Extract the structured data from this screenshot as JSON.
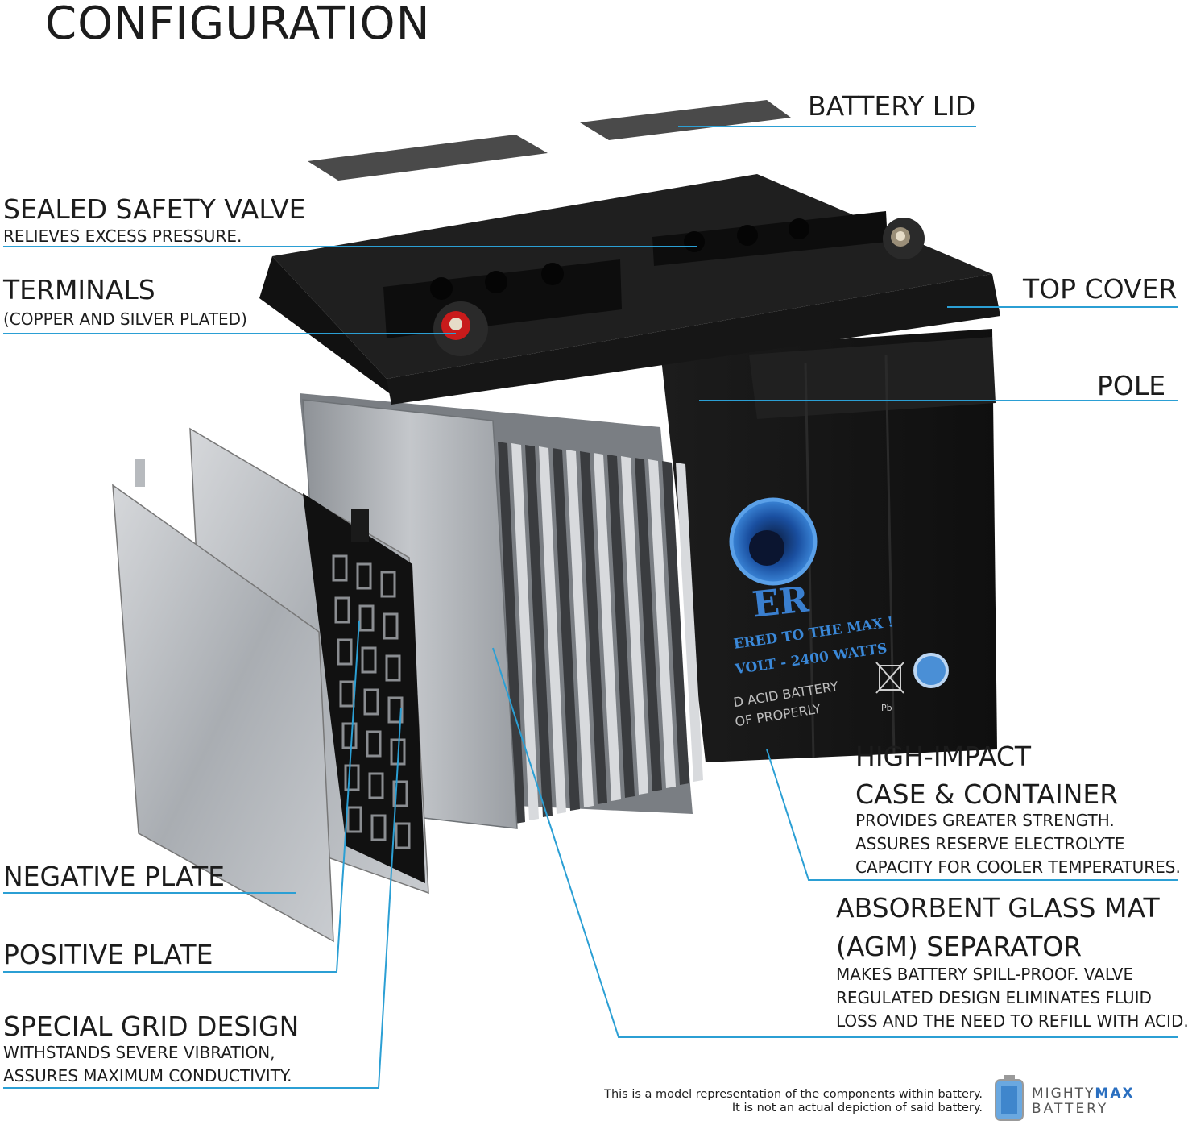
{
  "title": "CONFIGURATION",
  "labels": {
    "battery_lid": "BATTERY LID",
    "sealed_safety_valve": {
      "title": "SEALED SAFETY VALVE",
      "desc": "RELIEVES EXCESS PRESSURE."
    },
    "terminals": {
      "title": "TERMINALS",
      "desc": "(COPPER AND SILVER PLATED)"
    },
    "top_cover": "TOP COVER",
    "pole": "POLE",
    "case_container": {
      "title1": "HIGH-IMPACT",
      "title2": "CASE & CONTAINER",
      "desc": [
        "PROVIDES GREATER STRENGTH.",
        "ASSURES RESERVE ELECTROLYTE",
        "CAPACITY FOR COOLER TEMPERATURES."
      ]
    },
    "negative_plate": "NEGATIVE PLATE",
    "positive_plate": "POSITIVE PLATE",
    "agm_separator": {
      "title1": "ABSORBENT GLASS MAT",
      "title2": "(AGM) SEPARATOR",
      "desc": [
        "MAKES BATTERY SPILL-PROOF. VALVE",
        "REGULATED DESIGN ELIMINATES FLUID",
        "LOSS AND THE NEED TO REFILL WITH ACID."
      ]
    },
    "special_grid": {
      "title": "SPECIAL GRID DESIGN",
      "desc": [
        "WITHSTANDS SEVERE VIBRATION,",
        "ASSURES MAXIMUM CONDUCTIVITY."
      ]
    }
  },
  "battery_print": {
    "logo_fragment": "ER",
    "slogan": "ERED TO THE MAX !",
    "spec": "VOLT - 2400 WATTS",
    "line1": "D ACID BATTERY",
    "line2": "OF PROPERLY",
    "pb": "Pb"
  },
  "footnote": [
    "This is a model representation of the components within battery.",
    "It is not an actual depiction of said battery."
  ],
  "brand": {
    "part1": "MIGHTY",
    "part2": "MAX",
    "part3": "BATTERY"
  },
  "colors": {
    "leader": "#2b9fd4",
    "battery_body": "#141414",
    "plate": "#b9bcc0",
    "text": "#1c1c1c"
  }
}
